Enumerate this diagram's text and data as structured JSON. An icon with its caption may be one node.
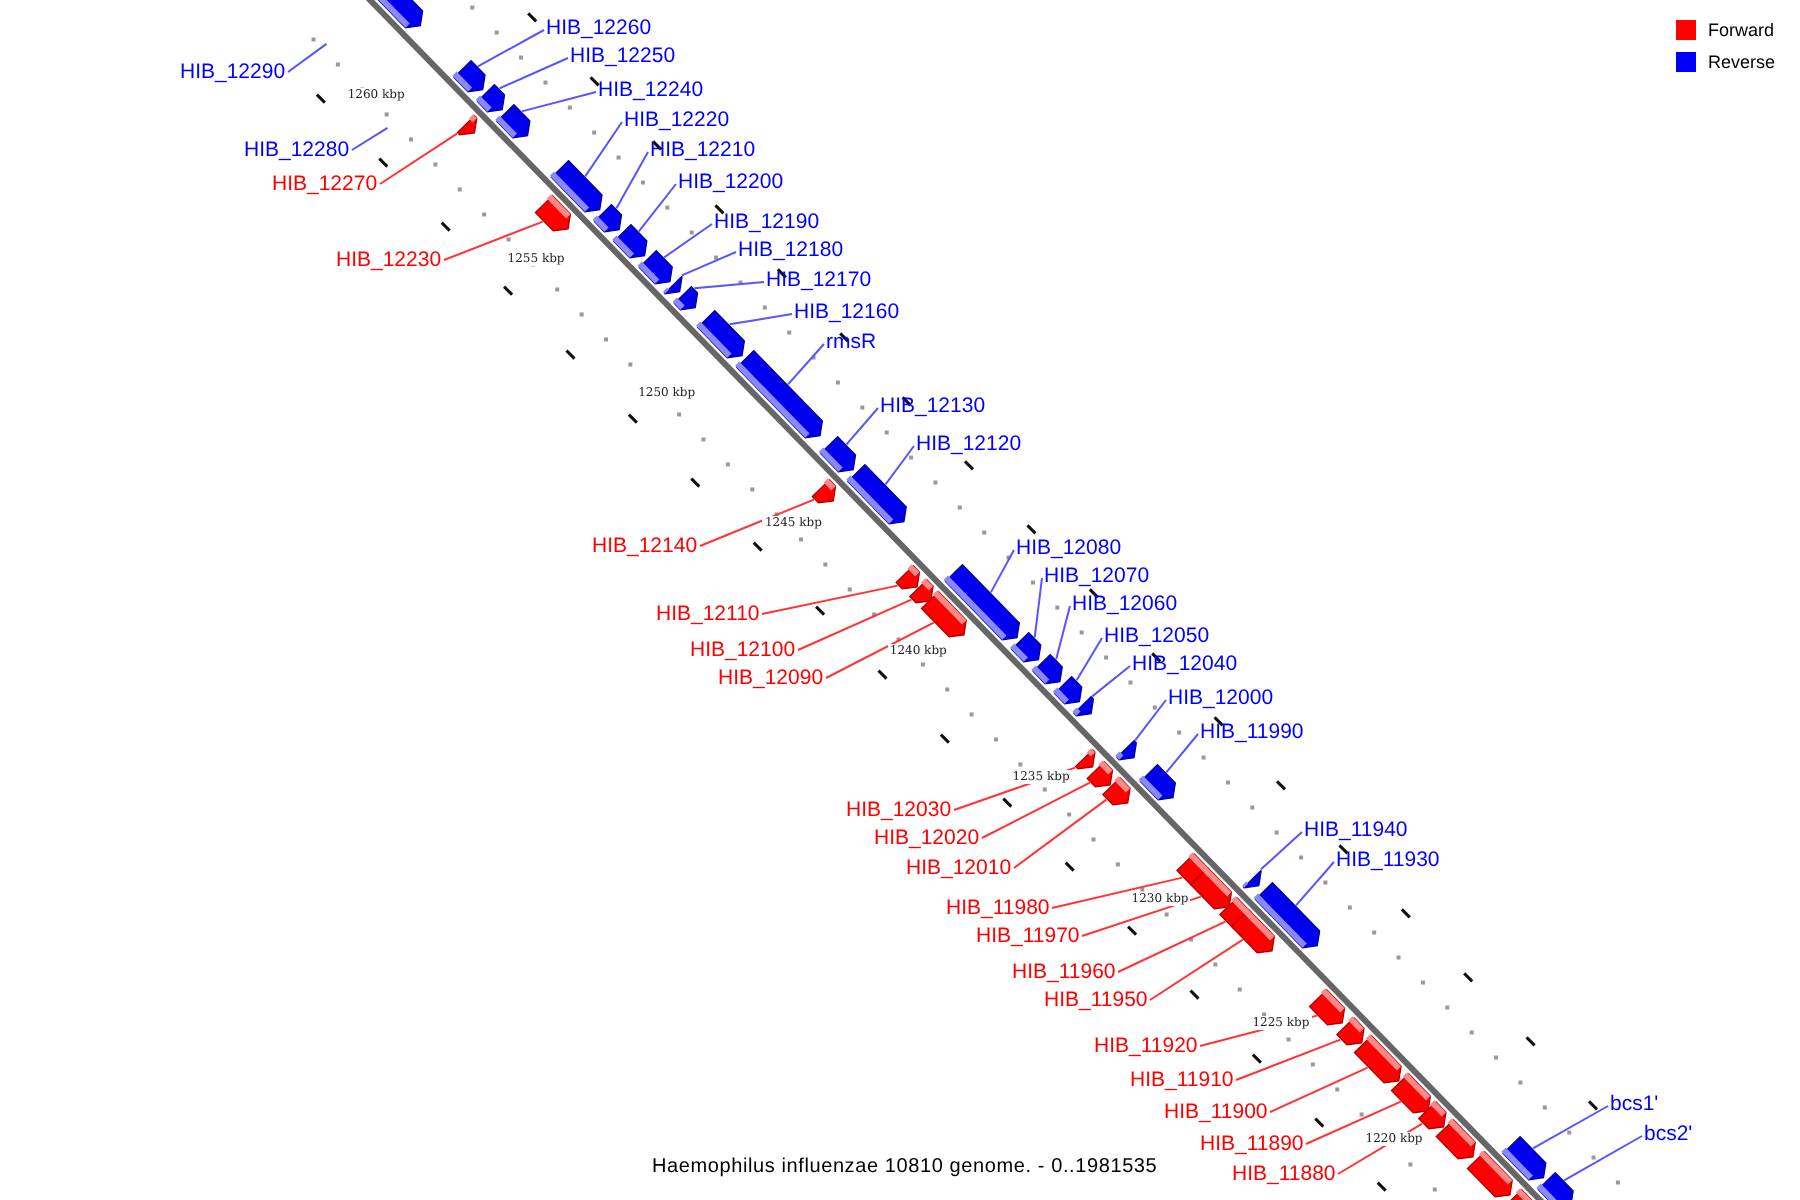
{
  "diagram": {
    "caption": "Haemophilus influenzae 10810 genome. - 0..1981535",
    "nodes": [
      {
        "text": [
          "HIB_12260"
        ]
      },
      {
        "text": [
          "HIB_12250"
        ]
      },
      {
        "text": [
          "HIB_12290"
        ]
      },
      {
        "text": [
          "HIB_12240"
        ]
      },
      {
        "text": [
          "HIB_12220"
        ]
      },
      {
        "text": [
          "HIB_12280"
        ]
      },
      {
        "text": [
          "HIB_12210"
        ]
      },
      {
        "text": [
          "HIB_12200"
        ]
      },
      {
        "text": [
          "HIB_12270"
        ]
      },
      {
        "text": [
          "HIB_12190"
        ]
      },
      {
        "text": [
          "HIB_12180"
        ]
      },
      {
        "text": [
          "HIB_12230"
        ]
      },
      {
        "text": [
          "HIB_12170"
        ]
      },
      {
        "text": [
          "HIB_12160"
        ]
      },
      {
        "text": [
          "rmsR"
        ]
      },
      {
        "text": [
          "HIB_12130"
        ]
      },
      {
        "text": [
          "HIB_12120"
        ]
      },
      {
        "text": [
          "HIB_12140"
        ]
      },
      {
        "text": [
          "HIB_12080"
        ]
      },
      {
        "text": [
          "HIB_12070"
        ]
      },
      {
        "text": [
          "HIB_12060"
        ]
      },
      {
        "text": [
          "HIB_12110"
        ]
      },
      {
        "text": [
          "HIB_12050"
        ]
      },
      {
        "text": [
          "HIB_12100"
        ]
      },
      {
        "text": [
          "HIB_12040"
        ]
      },
      {
        "text": [
          "HIB_12090"
        ]
      },
      {
        "text": [
          "HIB_12000"
        ]
      },
      {
        "text": [
          "HIB_11990"
        ]
      },
      {
        "text": [
          "HIB_12030"
        ]
      },
      {
        "text": [
          "HIB_11940"
        ]
      },
      {
        "text": [
          "HIB_12020"
        ]
      },
      {
        "text": [
          "HIB_11930"
        ]
      },
      {
        "text": [
          "HIB_12010"
        ]
      },
      {
        "text": [
          "HIB_11980"
        ]
      },
      {
        "text": [
          "HIB_11970"
        ]
      },
      {
        "text": [
          "HIB_11960"
        ]
      },
      {
        "text": [
          "HIB_11950"
        ]
      },
      {
        "text": [
          "HIB_11920"
        ]
      },
      {
        "text": [
          "HIB_11910"
        ]
      },
      {
        "text": [
          "bcs1'"
        ]
      },
      {
        "text": [
          "HIB_11900"
        ]
      },
      {
        "text": [
          "bcs2'"
        ]
      },
      {
        "text": [
          "HIB_11890"
        ]
      },
      {
        "text": [
          "HIB_11880"
        ]
      },
      {
        "text": [],
        "shape": "bar"
      },
      {
        "text": [],
        "shape": "bar"
      },
      {
        "text": [],
        "shape": "bar"
      },
      {
        "text": [],
        "shape": "bar"
      },
      {
        "text": [],
        "shape": "bar"
      },
      {
        "text": [],
        "shape": "bar"
      },
      {
        "text": [],
        "shape": "bar"
      },
      {
        "text": [],
        "shape": "bar"
      },
      {
        "text": [],
        "shape": "bar"
      },
      {
        "text": [],
        "shape": "bar"
      },
      {
        "text": [],
        "shape": "bar"
      },
      {
        "text": [],
        "shape": "bar"
      },
      {
        "text": [],
        "shape": "bar"
      },
      {
        "text": [],
        "shape": "bar"
      },
      {
        "text": [],
        "shape": "bar"
      },
      {
        "text": [],
        "shape": "bar"
      },
      {
        "text": [],
        "shape": "bar"
      },
      {
        "text": [],
        "shape": "bar"
      },
      {
        "text": [],
        "shape": "bar"
      },
      {
        "text": [],
        "shape": "bar"
      },
      {
        "text": [],
        "shape": "bar"
      },
      {
        "text": [],
        "shape": "bar"
      },
      {
        "text": [],
        "shape": "bar"
      },
      {
        "text": [],
        "shape": "bar"
      },
      {
        "text": [],
        "shape": "bar"
      },
      {
        "text": [],
        "shape": "bar"
      },
      {
        "text": [],
        "shape": "bar"
      },
      {
        "text": [],
        "shape": "bar"
      },
      {
        "text": [],
        "shape": "bar"
      },
      {
        "text": [],
        "shape": "bar"
      },
      {
        "text": [],
        "shape": "bar"
      },
      {
        "text": [],
        "shape": "bar"
      },
      {
        "text": [],
        "shape": "bar"
      },
      {
        "text": [],
        "shape": "bar"
      },
      {
        "text": [],
        "shape": "bar"
      },
      {
        "text": [],
        "shape": "bar"
      },
      {
        "text": [],
        "shape": "bar"
      },
      {
        "text": [],
        "shape": "bar"
      },
      {
        "text": [],
        "shape": "bar"
      },
      {
        "text": [],
        "shape": "bar"
      },
      {
        "text": [],
        "shape": "bar"
      },
      {
        "text": [],
        "shape": "bar"
      },
      {
        "text": [],
        "shape": "bar"
      },
      {
        "text": [],
        "shape": "bar"
      },
      {
        "text": [],
        "shape": "bar"
      },
      {
        "text": [],
        "shape": "bar"
      }
    ],
    "edges": [
      {
        "from": 0,
        "to": 44,
        "arrow": "none"
      },
      {
        "from": 1,
        "to": 45,
        "arrow": "none"
      },
      {
        "from": 2,
        "to": null,
        "arrow": "none"
      },
      {
        "from": 3,
        "to": 47,
        "arrow": "none"
      },
      {
        "from": 4,
        "to": 48,
        "arrow": "none"
      },
      {
        "from": 5,
        "to": null,
        "arrow": "none"
      },
      {
        "from": 6,
        "to": 50,
        "arrow": "none"
      },
      {
        "from": 7,
        "to": 51,
        "arrow": "none"
      },
      {
        "from": 8,
        "to": 46,
        "arrow": "none",
        "color": "#ff3333"
      },
      {
        "from": 9,
        "to": 52,
        "arrow": "none"
      },
      {
        "from": 10,
        "to": 53,
        "arrow": "none"
      },
      {
        "from": 11,
        "to": 49,
        "arrow": "none",
        "color": "#ff3333"
      },
      {
        "from": 12,
        "to": 54,
        "arrow": "none"
      },
      {
        "from": 13,
        "to": 55,
        "arrow": "none"
      },
      {
        "from": 14,
        "to": 56,
        "arrow": "none"
      },
      {
        "from": 15,
        "to": 57,
        "arrow": "none"
      },
      {
        "from": 16,
        "to": 59,
        "arrow": "none"
      },
      {
        "from": 17,
        "to": 58,
        "arrow": "none",
        "color": "#ff3333"
      },
      {
        "from": 18,
        "to": 62,
        "arrow": "none"
      },
      {
        "from": 19,
        "to": 64,
        "arrow": "none"
      },
      {
        "from": 20,
        "to": 65,
        "arrow": "none"
      },
      {
        "from": 21,
        "to": 60,
        "arrow": "none",
        "color": "#ff3333"
      },
      {
        "from": 22,
        "to": 66,
        "arrow": "none"
      },
      {
        "from": 23,
        "to": 61,
        "arrow": "none",
        "color": "#ff3333"
      },
      {
        "from": 24,
        "to": 67,
        "arrow": "none"
      },
      {
        "from": 25,
        "to": 63,
        "arrow": "none",
        "color": "#ff3333"
      },
      {
        "from": 26,
        "to": 70,
        "arrow": "none"
      },
      {
        "from": 27,
        "to": 72,
        "arrow": "none"
      },
      {
        "from": 28,
        "to": 68,
        "arrow": "none",
        "color": "#ff3333"
      },
      {
        "from": 29,
        "to": 75,
        "arrow": "none"
      },
      {
        "from": 30,
        "to": 69,
        "arrow": "none",
        "color": "#ff3333"
      },
      {
        "from": 31,
        "to": 77,
        "arrow": "none"
      },
      {
        "from": 32,
        "to": 71,
        "arrow": "none",
        "color": "#ff3333"
      },
      {
        "from": 33,
        "to": 73,
        "arrow": "none",
        "color": "#ff3333"
      },
      {
        "from": 34,
        "to": 74,
        "arrow": "none",
        "color": "#ff3333"
      },
      {
        "from": 35,
        "to": 76,
        "arrow": "none",
        "color": "#ff3333"
      },
      {
        "from": 36,
        "to": 78,
        "arrow": "none",
        "color": "#ff3333"
      },
      {
        "from": 37,
        "to": 79,
        "arrow": "none",
        "color": "#ff3333"
      },
      {
        "from": 38,
        "to": 80,
        "arrow": "none",
        "color": "#ff3333"
      },
      {
        "from": 39,
        "to": 84,
        "arrow": "none"
      },
      {
        "from": 40,
        "to": 81,
        "arrow": "none",
        "color": "#ff3333"
      },
      {
        "from": 41,
        "to": 85,
        "arrow": "none"
      },
      {
        "from": 42,
        "to": 82,
        "arrow": "none",
        "color": "#ff3333"
      },
      {
        "from": 43,
        "to": 83,
        "arrow": "none",
        "color": "#ff3333"
      }
    ],
    "labels": [
      "1260 kbp",
      "1255 kbp",
      "1250 kbp",
      "1245 kbp",
      "1240 kbp",
      "1235 kbp",
      "1230 kbp",
      "1225 kbp",
      "1220 kbp"
    ],
    "legend": [
      {
        "text": "Forward",
        "color": "#ff0000"
      },
      {
        "text": "Reverse",
        "color": "#0000ff"
      }
    ]
  }
}
